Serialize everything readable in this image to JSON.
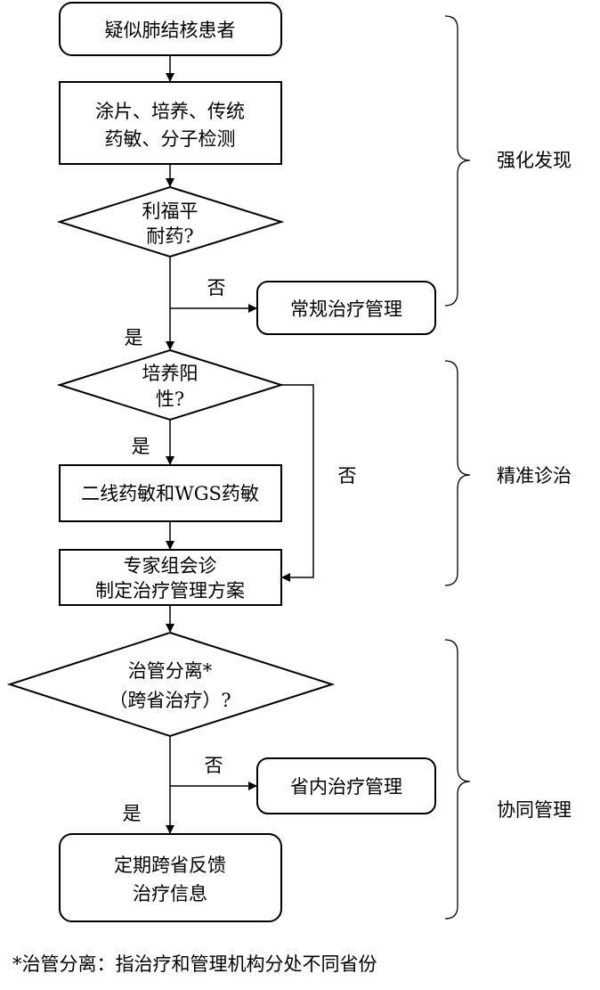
{
  "nodes": {
    "start": "疑似肺结核患者",
    "tests_line1": "涂片、培养、传统",
    "tests_line2": "药敏、分子检测",
    "rif_line1": "利福平",
    "rif_line2": "耐药?",
    "routine": "常规治疗管理",
    "culture_line1": "培养阳",
    "culture_line2": "性?",
    "second_line": "二线药敏和WGS药敏",
    "expert_line1": "专家组会诊",
    "expert_line2": "制定治疗管理方案",
    "sep_line1": "治管分离*",
    "sep_line2": "（跨省治疗）?",
    "in_province": "省内治疗管理",
    "feedback_line1": "定期跨省反馈",
    "feedback_line2": "治疗信息"
  },
  "edge_labels": {
    "rif_no": "否",
    "rif_yes": "是",
    "culture_yes": "是",
    "culture_no": "否",
    "sep_no": "否",
    "sep_yes": "是"
  },
  "phases": {
    "phase1": "强化发现",
    "phase2": "精准诊治",
    "phase3": "协同管理"
  },
  "footnote": "*治管分离：指治疗和管理机构分处不同省份"
}
